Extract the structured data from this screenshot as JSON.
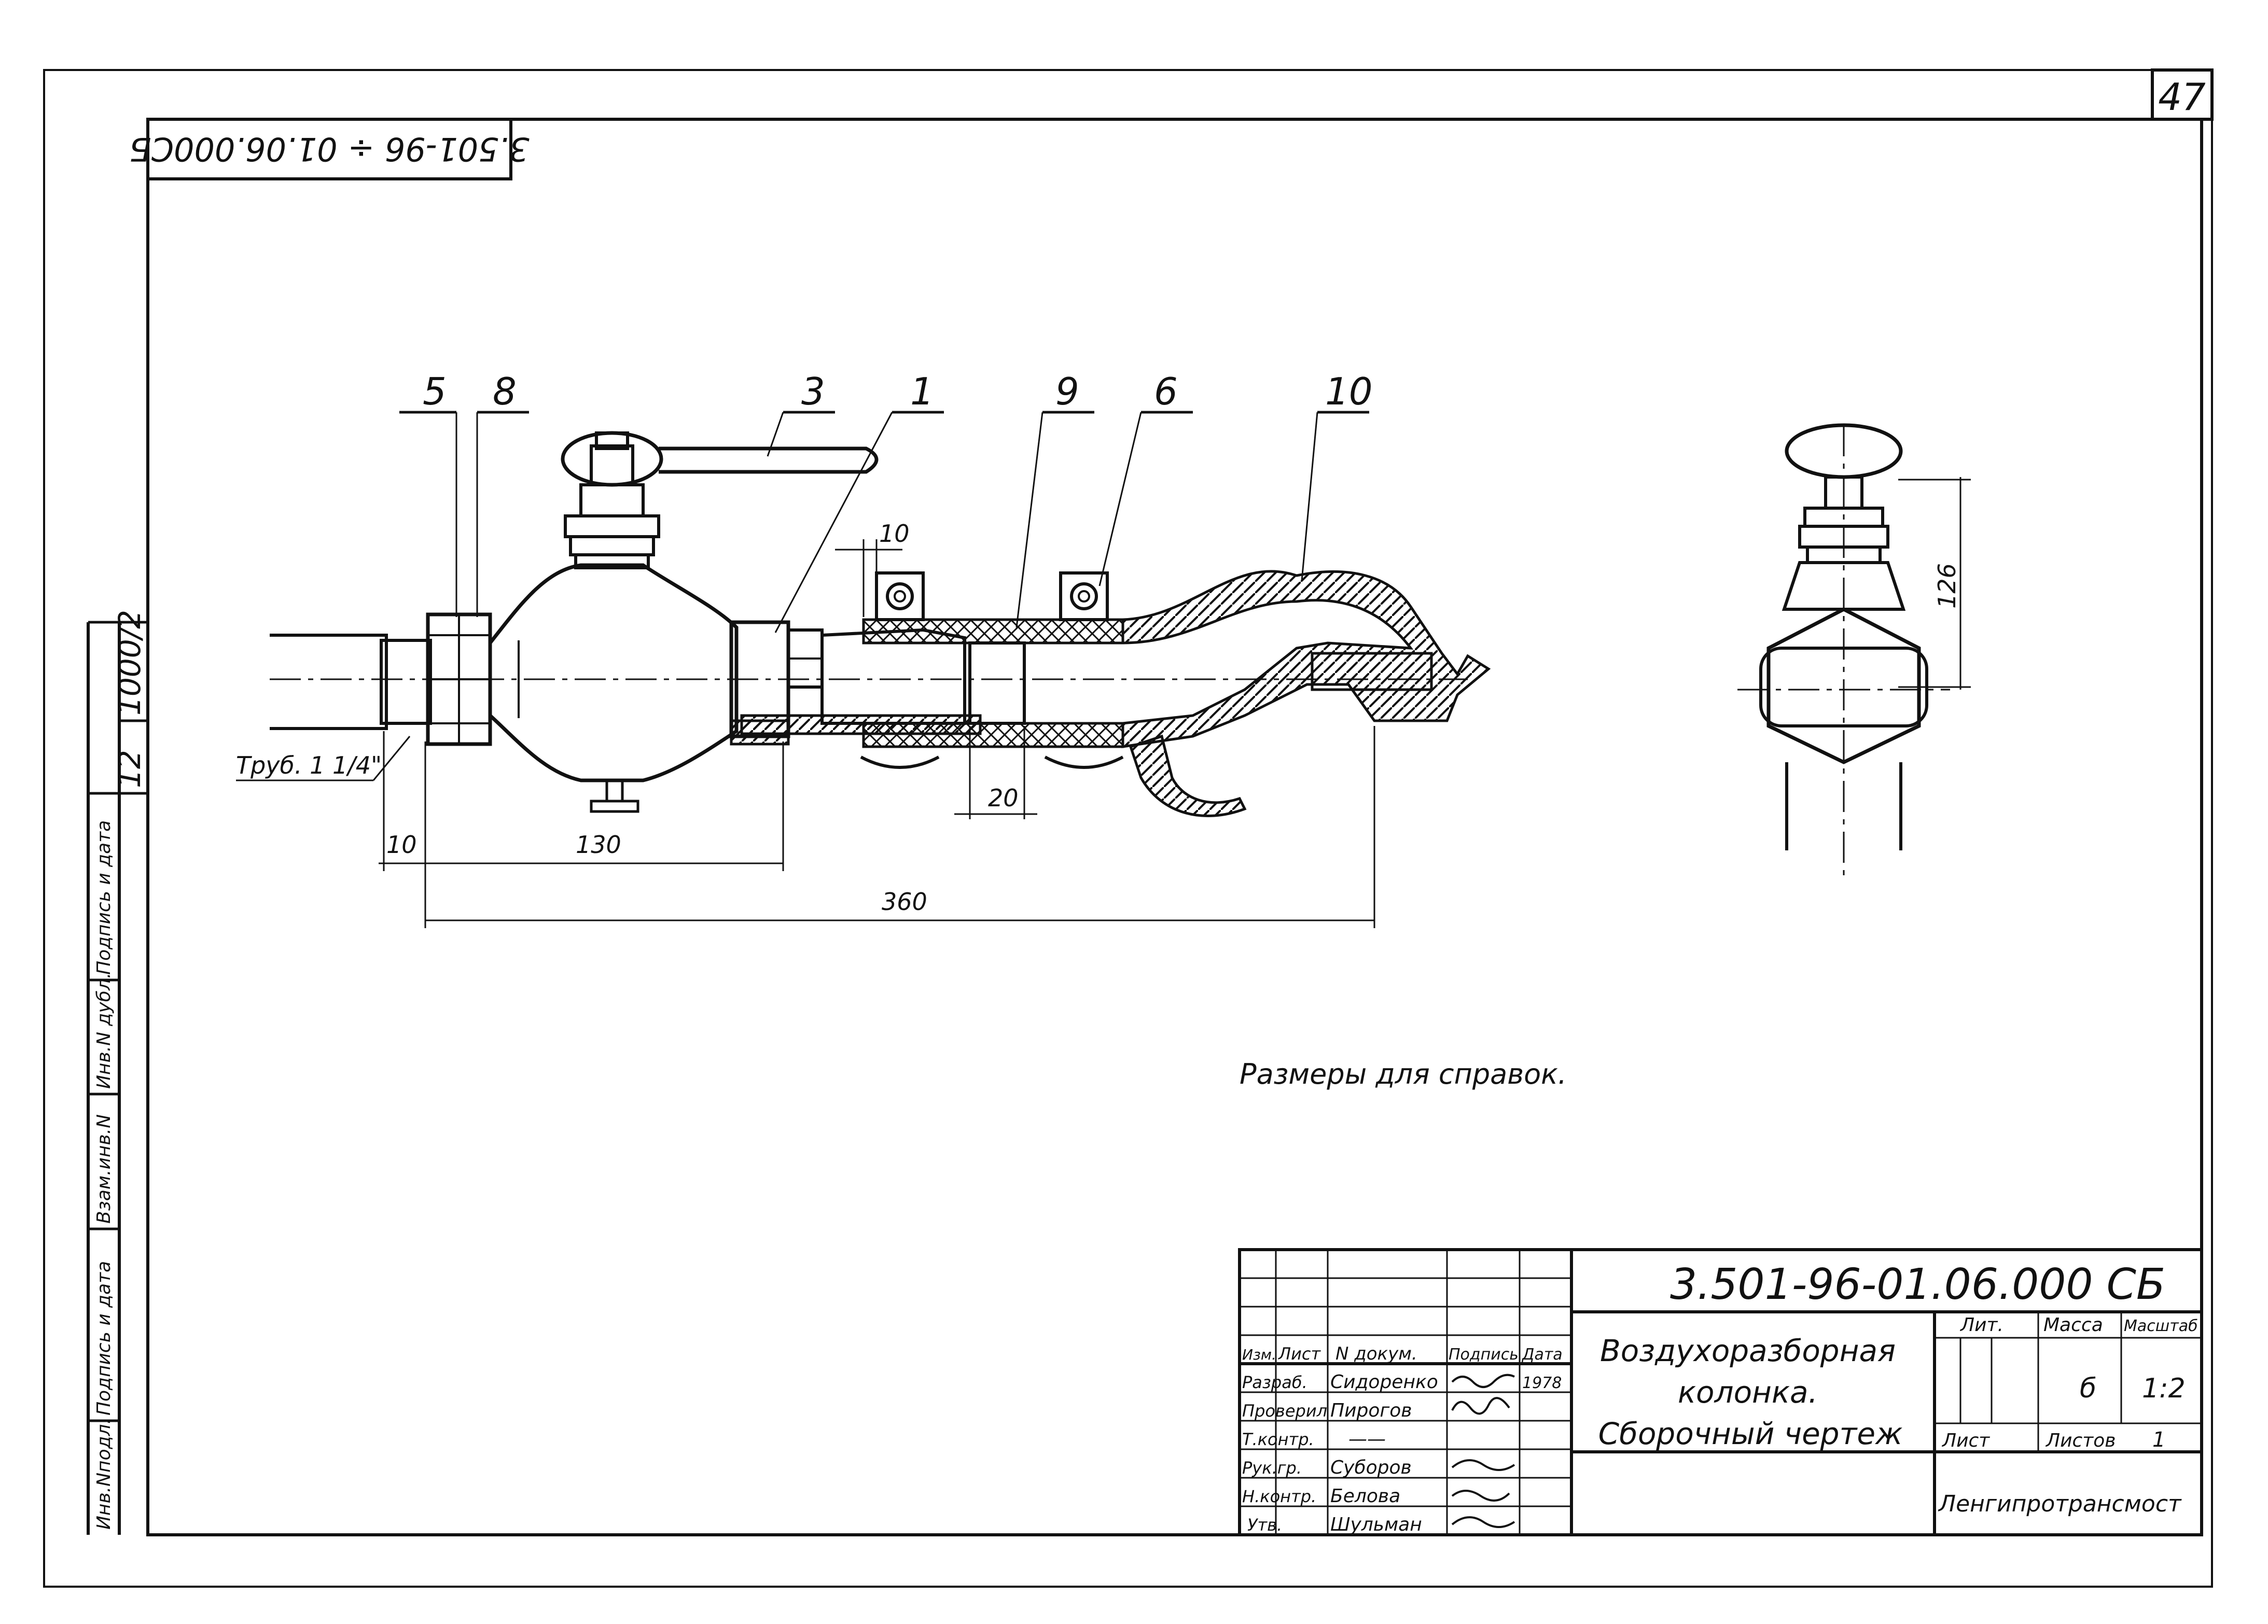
{
  "sheet": {
    "number": "47",
    "top_code_mirrored": "3.501-96 ÷ 01.06.000СБ",
    "side_number_a": "1000/2",
    "side_number_b": "12"
  },
  "side_strip": [
    "Инв.Nподл.",
    "Подпись и дата",
    "Взам.инв.N",
    "Инв.N дубл.",
    "Подпись и дата"
  ],
  "callouts": [
    "5",
    "8",
    "3",
    "1",
    "9",
    "6",
    "10"
  ],
  "dimensions": {
    "d10_top": "10",
    "d126": "126",
    "d20": "20",
    "d10_left": "10",
    "d130": "130",
    "d360": "360"
  },
  "pipe_label": "Труб. 1 1/4\"",
  "note": "Размеры для справок.",
  "title_block": {
    "doc_code": "3.501-96-01.06.000 СБ",
    "title_line1": "Воздухоразборная",
    "title_line2": "колонка.",
    "title_line3": "Сборочный чертеж",
    "col_izm": "Изм.",
    "col_list": "Лист",
    "col_ndoc": "N докум.",
    "col_sign": "Подпись",
    "col_date": "Дата",
    "rows": [
      {
        "role": "Разраб.",
        "name": "Сидоренко",
        "date": "1978"
      },
      {
        "role": "Проверил",
        "name": "Пирогов",
        "date": ""
      },
      {
        "role": "Т.контр.",
        "name": "——",
        "date": ""
      },
      {
        "role": "Рук.гр.",
        "name": "Суборов",
        "date": ""
      },
      {
        "role": "Н.контр.",
        "name": "Белова",
        "date": ""
      },
      {
        "role": "Утв.",
        "name": "Шульман",
        "date": ""
      }
    ],
    "lit_label": "Лит.",
    "mass_label": "Масса",
    "scale_label": "Масштаб",
    "mass_value": "б",
    "scale_value": "1:2",
    "sheet_label": "Лист",
    "sheets_label": "Листов",
    "sheets_value": "1",
    "org": "Ленгипротрансмост"
  }
}
